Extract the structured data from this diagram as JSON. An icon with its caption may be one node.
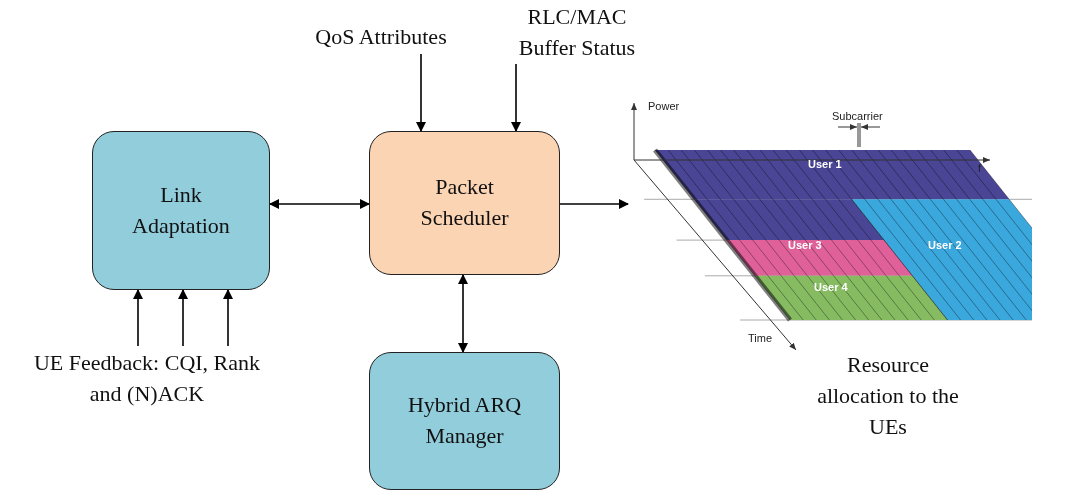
{
  "diagram": {
    "nodes": [
      {
        "text": [
          "Link Adaptation"
        ]
      },
      {
        "text": [
          "Packet Scheduler"
        ]
      },
      {
        "text": [
          "Hybrid ARQ Manager"
        ]
      },
      {
        "text": [
          "QoS Attributes"
        ]
      },
      {
        "text": [
          "RLC/MAC Buffer Status"
        ]
      },
      {
        "text": [
          "UE Feedback: CQI, Rank and (N)ACK"
        ]
      },
      {
        "text": [],
        "shape": "picture",
        "beside": [
          "Resource allocation to the UEs"
        ]
      }
    ],
    "edges": [
      {
        "from": 0,
        "to": 1,
        "arrow": "both"
      },
      {
        "from": 3,
        "to": 1,
        "arrow": "to"
      },
      {
        "from": 4,
        "to": 1,
        "arrow": "to"
      },
      {
        "from": 5,
        "to": 0,
        "arrow": "to"
      },
      {
        "from": 5,
        "to": 0,
        "arrow": "to"
      },
      {
        "from": 5,
        "to": 0,
        "arrow": "to"
      },
      {
        "from": 1,
        "to": 2,
        "arrow": "both"
      },
      {
        "from": 1,
        "to": 6,
        "arrow": "to"
      }
    ],
    "labels": [
      "Power",
      "Subcarrier",
      "User 1",
      "f",
      "User 3",
      "User 2",
      "User 4",
      "Time"
    ]
  }
}
